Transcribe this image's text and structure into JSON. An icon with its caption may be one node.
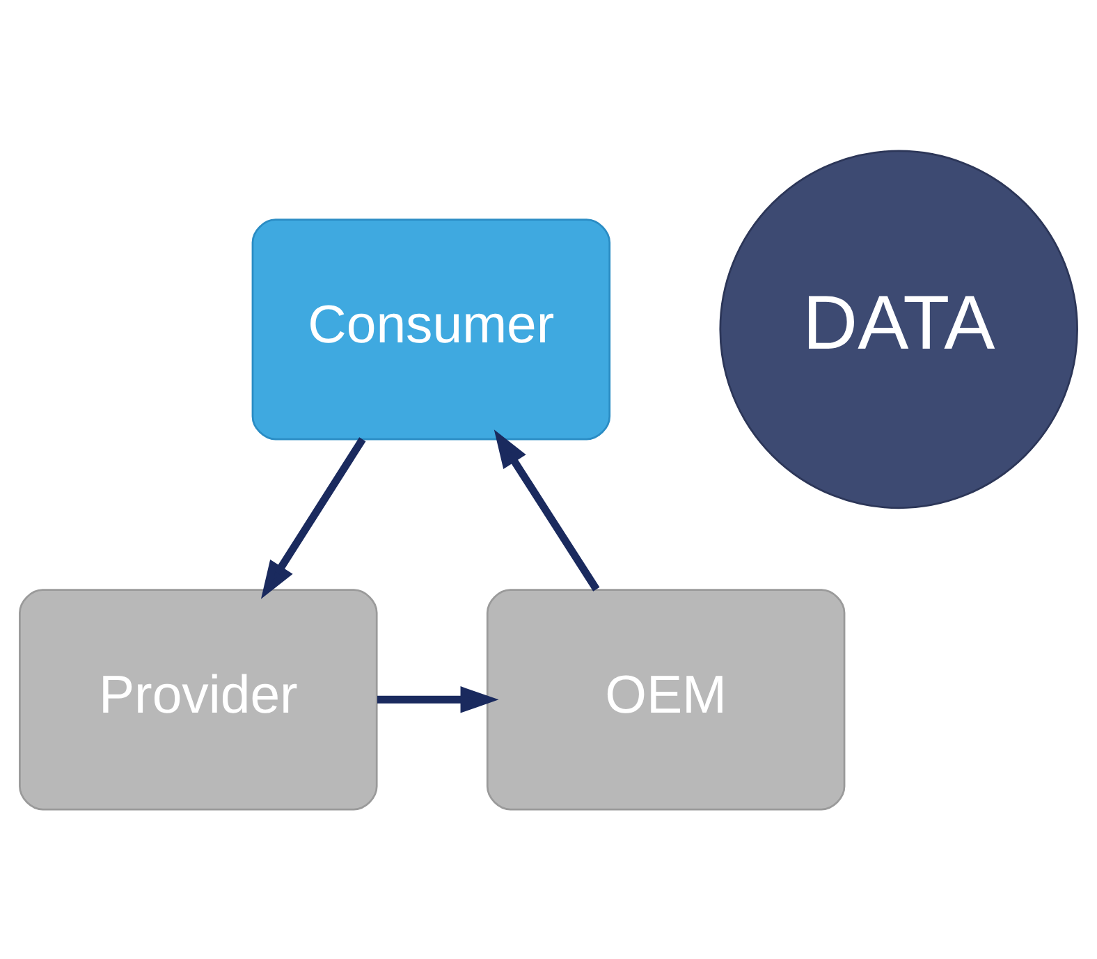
{
  "diagram": {
    "nodes": [
      {
        "text": [
          "Consumer"
        ]
      },
      {
        "text": [
          "DATA"
        ]
      },
      {
        "text": [
          "OEM"
        ]
      },
      {
        "text": [
          "Provider"
        ]
      }
    ],
    "edges": [
      {
        "from": 0,
        "to": 3,
        "arrow": "to"
      },
      {
        "from": 3,
        "to": 2,
        "arrow": "to"
      },
      {
        "from": 2,
        "to": 0,
        "arrow": "to"
      }
    ]
  }
}
